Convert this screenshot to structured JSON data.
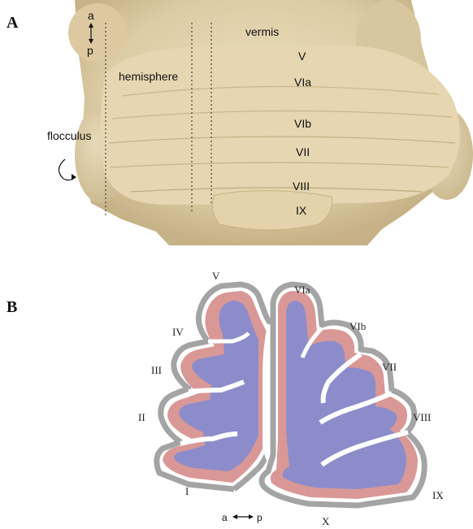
{
  "panels": {
    "a": "A",
    "b": "B"
  },
  "photo": {
    "vermis": "vermis",
    "hemisphere": "hemisphere",
    "flocculus": "flocculus",
    "orientation": {
      "anterior": "a",
      "posterior": "p"
    },
    "lobules": [
      "V",
      "VIa",
      "VIb",
      "VII",
      "VIII",
      "IX"
    ]
  },
  "diagram": {
    "lobules": [
      "I",
      "II",
      "III",
      "IV",
      "V",
      "VIa",
      "VIb",
      "VII",
      "VIII",
      "IX",
      "X"
    ],
    "orientation": {
      "anterior": "a",
      "posterior": "p"
    }
  },
  "colors": {
    "tissue": "#e2d2ac",
    "molecular_layer": "#d99896",
    "granular_layer": "#8c8ccb",
    "pia_outline": "#a4a4a4"
  }
}
